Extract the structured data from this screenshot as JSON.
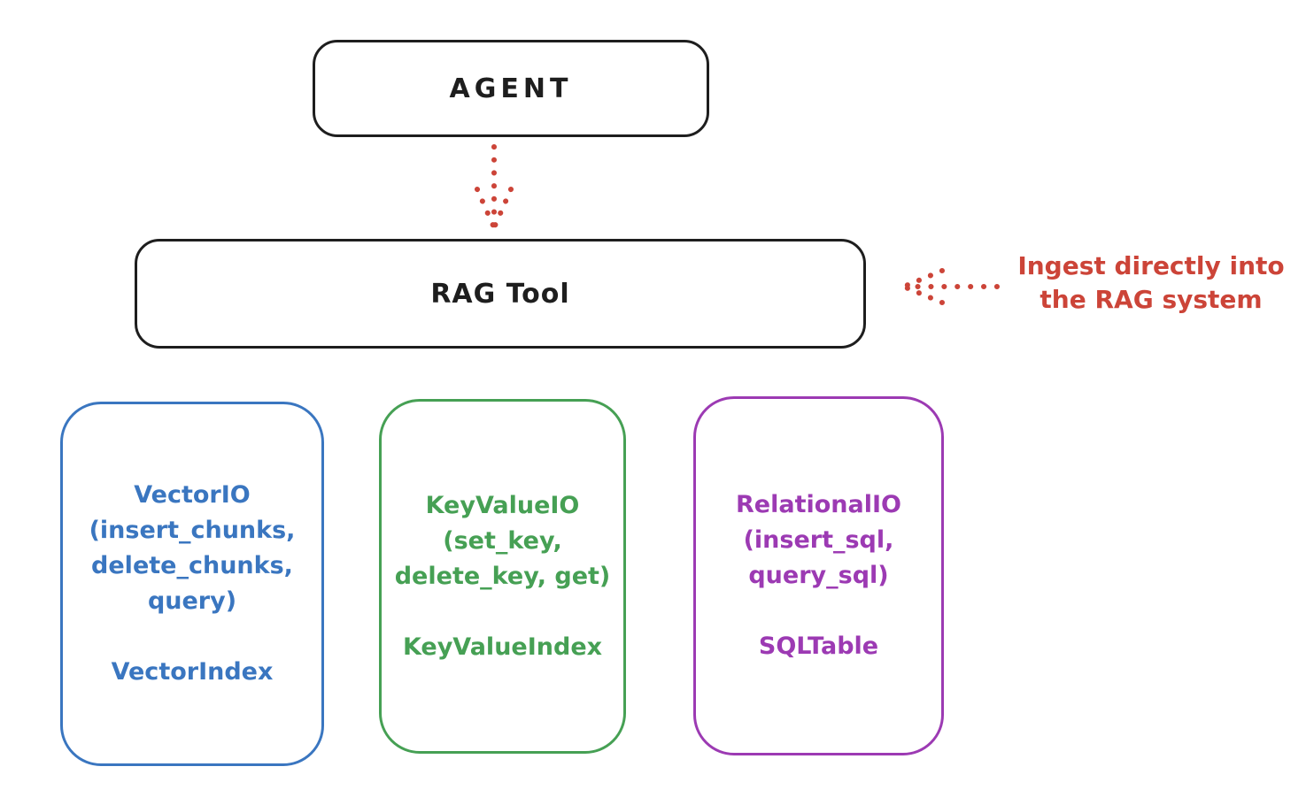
{
  "diagram": {
    "agent": {
      "label": "AGENT"
    },
    "rag_tool": {
      "label": "RAG Tool"
    },
    "annotation": {
      "line1": "Ingest directly into",
      "line2": "the RAG system"
    },
    "colors": {
      "outline_black": "#1e1e1e",
      "arrow_red": "#cc4438",
      "vector_blue": "#3a76c0",
      "keyvalue_green": "#46a054",
      "relational_purple": "#9c3ab3",
      "background": "#ffffff"
    },
    "arrows": [
      {
        "id": "agent-to-rag",
        "style": "dotted",
        "direction": "down"
      },
      {
        "id": "annotation-to-rag",
        "style": "dotted",
        "direction": "left"
      }
    ],
    "backends": [
      {
        "id": "vector-io",
        "color": "#3a76c0",
        "lines": [
          "VectorIO",
          "(insert_chunks,",
          "delete_chunks,",
          "query)"
        ],
        "index": "VectorIndex"
      },
      {
        "id": "keyvalue-io",
        "color": "#46a054",
        "lines": [
          "KeyValueIO",
          "(set_key,",
          "delete_key, get)"
        ],
        "index": "KeyValueIndex"
      },
      {
        "id": "relational-io",
        "color": "#9c3ab3",
        "lines": [
          "RelationalIO",
          "(insert_sql,",
          "query_sql)"
        ],
        "index": "SQLTable"
      }
    ]
  }
}
